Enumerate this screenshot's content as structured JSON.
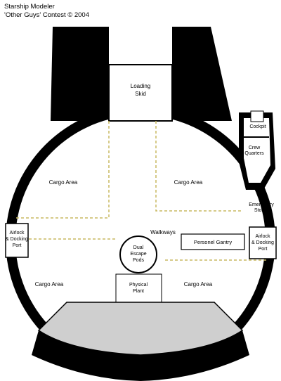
{
  "credits": {
    "line1": "Starship Modeler",
    "line2": "'Other Guys' Contest © 2004"
  },
  "labels": {
    "loading_skid": [
      "Loading",
      "Skid"
    ],
    "cockpit": "Cockpit",
    "crew_quarters": [
      "Crew",
      "Quarters"
    ],
    "emergency_stores": [
      "Emergency",
      "Stores"
    ],
    "cargo_area_nw": "Cargo Area",
    "cargo_area_ne": "Cargo Area",
    "cargo_area_sw": "Cargo Area",
    "cargo_area_se": "Cargo Area",
    "walkways": "Walkways",
    "personel_gantry": "Personel Gantry",
    "airlock_left": [
      "Airlock",
      "& Docking",
      "Port"
    ],
    "airlock_right": [
      "Airlock",
      "& Docking",
      "Port"
    ],
    "dual_escape_pods": [
      "Dual",
      "Escape",
      "Pods"
    ],
    "physical_plant": [
      "Physical",
      "Plant"
    ]
  },
  "colors": {
    "hull": "#000000",
    "floor": "#ffffff",
    "cargo_boundary": "#c8b860",
    "machinery": "#cfcfcf"
  }
}
